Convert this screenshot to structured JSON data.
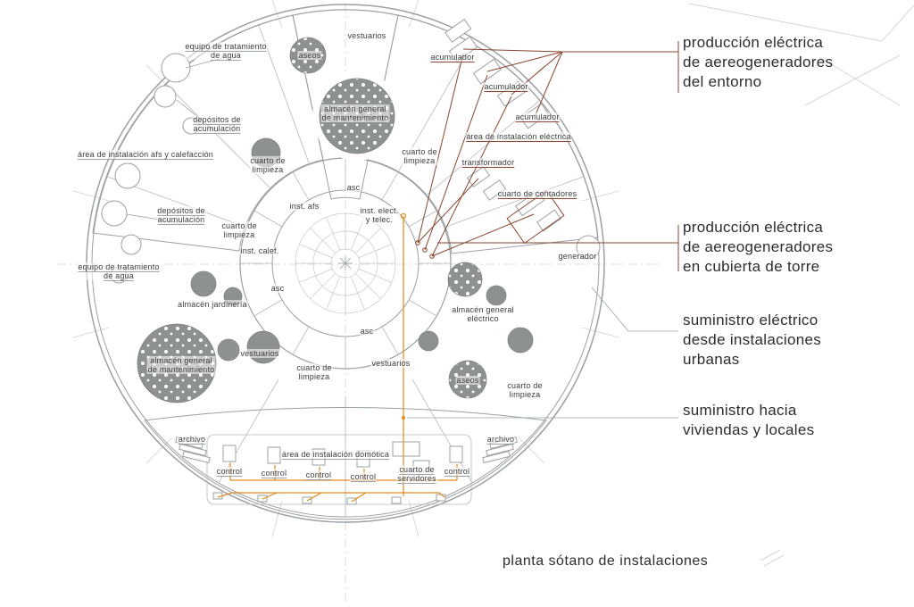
{
  "caption": "planta sótano de instalaciones",
  "annotations": [
    {
      "text": "producción eléctrica\nde aereogeneradores\ndel entorno"
    },
    {
      "text": "producción eléctrica\nde aereogeneradores\nen cubierta de torre"
    },
    {
      "text": "suministro eléctrico\ndesde instalaciones\nurbanas"
    },
    {
      "text": "suministro hacia\nviviendas y locales"
    }
  ],
  "plan_labels": [
    {
      "text": "equipo de tratamiento\nde agua"
    },
    {
      "text": "vestuarios"
    },
    {
      "text": "aseos"
    },
    {
      "text": "acumulador"
    },
    {
      "text": "acumulador"
    },
    {
      "text": "depósitos de\nacumulación"
    },
    {
      "text": "almacén general\nde mantenimiento"
    },
    {
      "text": "acumulador"
    },
    {
      "text": "área de instalación eléctrica"
    },
    {
      "text": "área de instalación afs y calefacción"
    },
    {
      "text": "cuarto de\nlimpieza"
    },
    {
      "text": "cuarto de\nlimpieza"
    },
    {
      "text": "transformador"
    },
    {
      "text": "asc"
    },
    {
      "text": "cuarto de contadores"
    },
    {
      "text": "inst. afs"
    },
    {
      "text": "inst. elect.\ny telec."
    },
    {
      "text": "depósitos de\nacumulación"
    },
    {
      "text": "cuarto de\nlimpieza"
    },
    {
      "text": "inst. calef."
    },
    {
      "text": "equipo de tratamiento\nde agua"
    },
    {
      "text": "generador"
    },
    {
      "text": "asc"
    },
    {
      "text": "almacén jardinería"
    },
    {
      "text": "almacén general\neléctrico"
    },
    {
      "text": "asc"
    },
    {
      "text": "vestuarios"
    },
    {
      "text": "almacén general\nde mantenimiento"
    },
    {
      "text": "vestuarios"
    },
    {
      "text": "cuarto de\nlimpieza"
    },
    {
      "text": "aseos"
    },
    {
      "text": "cuarto de\nlimpieza"
    },
    {
      "text": "archivo"
    },
    {
      "text": "archivo"
    },
    {
      "text": "área de instalación domótica"
    },
    {
      "text": "control"
    },
    {
      "text": "control"
    },
    {
      "text": "control"
    },
    {
      "text": "control"
    },
    {
      "text": "cuarto de\nservidores"
    },
    {
      "text": "control"
    }
  ],
  "colors": {
    "leader_brown": "#8a4631",
    "supply_orange": "#e08a1e",
    "wall_gray": "#9aa0a3",
    "fill_dark": "#8d9192",
    "text_dark": "#2b2d2f"
  }
}
